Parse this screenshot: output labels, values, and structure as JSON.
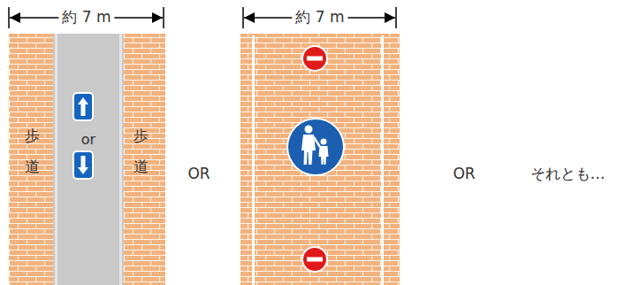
{
  "diagram": {
    "nodes": [
      {
        "text": [
          "歩道"
        ]
      },
      {
        "text": [
          "or"
        ]
      },
      {
        "text": [
          "歩道"
        ]
      }
    ],
    "labels": [
      "約 7 m",
      "OR",
      "約 7 m",
      "OR",
      "それとも…"
    ]
  }
}
